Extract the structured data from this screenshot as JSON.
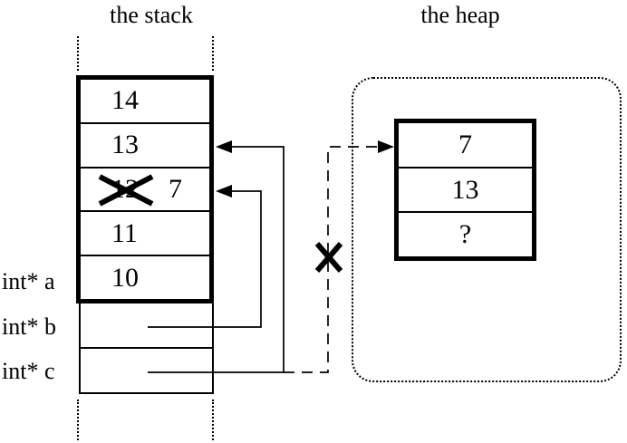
{
  "titles": {
    "stack": "the stack",
    "heap": "the heap"
  },
  "stack": {
    "cells": [
      {
        "value": "14"
      },
      {
        "value": "13"
      },
      {
        "old_value": "12",
        "new_value": "7",
        "crossed_out": true
      },
      {
        "value": "11"
      },
      {
        "value": "10"
      }
    ],
    "pointers": [
      {
        "label": "int* a"
      },
      {
        "label": "int* b"
      },
      {
        "label": "int* c"
      }
    ]
  },
  "heap": {
    "cells": [
      {
        "value": "7"
      },
      {
        "value": "13"
      },
      {
        "value": "?"
      }
    ]
  },
  "colors": {
    "ink": "#000000",
    "background": "#ffffff"
  }
}
